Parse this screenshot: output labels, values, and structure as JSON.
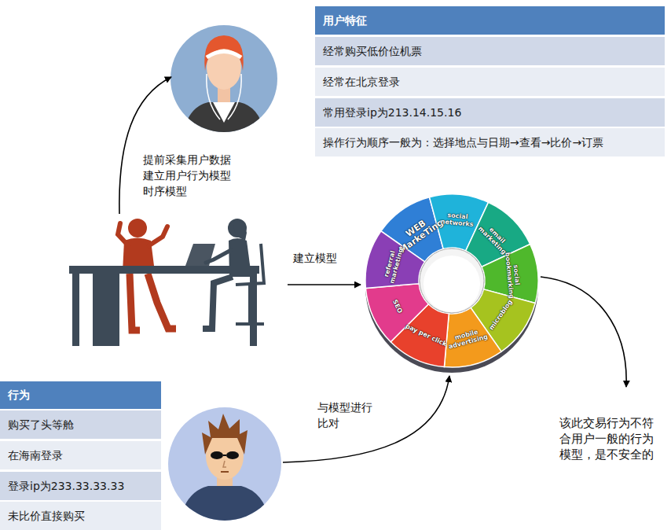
{
  "diagram": {
    "nodes": [
      {
        "text": [
          "用户特征"
        ]
      },
      {
        "text": [
          "经常购买低价位机票"
        ],
        "in": 0
      },
      {
        "text": [
          "经常在北京登录"
        ],
        "in": 0
      },
      {
        "text": [
          "常用登录ip为213.14.15.16"
        ],
        "in": 0
      },
      {
        "text": [
          "操作行为顺序一般为：选择地点与日期→查看→比价→订票"
        ],
        "in": 0
      },
      {
        "text": [
          "WEB MarkeTing",
          "social networks",
          "email marketing",
          "social bookmarking",
          "microblog",
          "mobile advertising",
          "pay per click",
          "SEO",
          "referral marketing"
        ]
      },
      {
        "text": [
          "行为"
        ]
      },
      {
        "text": [
          "购买了头等舱"
        ],
        "in": 6
      },
      {
        "text": [
          "在海南登录"
        ],
        "in": 6
      },
      {
        "text": [
          "登录ip为233.33.33.33"
        ],
        "in": 6
      },
      {
        "text": [
          "未比价直接购买"
        ],
        "in": 6
      }
    ],
    "labels": [
      "提前采集用户数据 建立用户行为模型 时序模型",
      "建立模型",
      "与模型进行比对",
      "该此交易行为不符 合用户一般的行为 模型，是不安全的"
    ]
  }
}
